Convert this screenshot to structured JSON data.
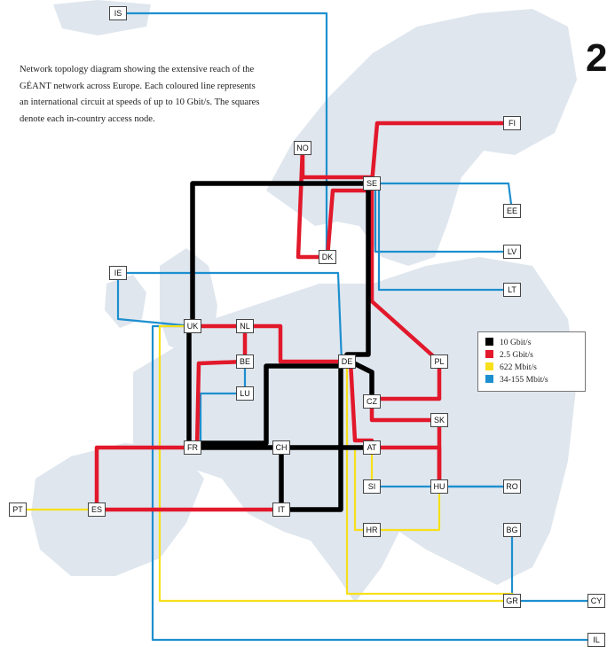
{
  "caption": "Network topology diagram showing the extensive reach of the GÉANT network across Europe. Each coloured line represents an international circuit at speeds of up to 10 Gbit/s. The squares denote each in-country access node.",
  "page_number": "2",
  "colors": {
    "10g": "#000000",
    "2_5g": "#e2182b",
    "622m": "#f7e01a",
    "34_155m": "#1d8fcf",
    "map_land": "#dfe6ee"
  },
  "legend": [
    {
      "key": "10g",
      "label": "10 Gbit/s",
      "color": "#000000"
    },
    {
      "key": "2_5g",
      "label": "2.5 Gbit/s",
      "color": "#e2182b"
    },
    {
      "key": "622m",
      "label": "622 Mbit/s",
      "color": "#f7e01a"
    },
    {
      "key": "34_155m",
      "label": "34-155 Mbit/s",
      "color": "#1d8fcf"
    }
  ],
  "nodes": [
    {
      "id": "IS",
      "label": "IS"
    },
    {
      "id": "FI",
      "label": "FI"
    },
    {
      "id": "NO",
      "label": "NO"
    },
    {
      "id": "SE",
      "label": "SE"
    },
    {
      "id": "EE",
      "label": "EE"
    },
    {
      "id": "DK",
      "label": "DK"
    },
    {
      "id": "LV",
      "label": "LV"
    },
    {
      "id": "IE",
      "label": "IE"
    },
    {
      "id": "LT",
      "label": "LT"
    },
    {
      "id": "UK",
      "label": "UK"
    },
    {
      "id": "NL",
      "label": "NL"
    },
    {
      "id": "BE",
      "label": "BE"
    },
    {
      "id": "DE",
      "label": "DE"
    },
    {
      "id": "PL",
      "label": "PL"
    },
    {
      "id": "LU",
      "label": "LU"
    },
    {
      "id": "CZ",
      "label": "CZ"
    },
    {
      "id": "SK",
      "label": "SK"
    },
    {
      "id": "FR",
      "label": "FR"
    },
    {
      "id": "CH",
      "label": "CH"
    },
    {
      "id": "AT",
      "label": "AT"
    },
    {
      "id": "SI",
      "label": "SI"
    },
    {
      "id": "HU",
      "label": "HU"
    },
    {
      "id": "RO",
      "label": "RO"
    },
    {
      "id": "PT",
      "label": "PT"
    },
    {
      "id": "ES",
      "label": "ES"
    },
    {
      "id": "IT",
      "label": "IT"
    },
    {
      "id": "HR",
      "label": "HR"
    },
    {
      "id": "BG",
      "label": "BG"
    },
    {
      "id": "GR",
      "label": "GR"
    },
    {
      "id": "CY",
      "label": "CY"
    },
    {
      "id": "IL",
      "label": "IL"
    }
  ],
  "links": [
    {
      "from": "IS",
      "to": "DK",
      "speed": "34_155m"
    },
    {
      "from": "IE",
      "to": "UK",
      "speed": "34_155m"
    },
    {
      "from": "IE",
      "to": "DE",
      "speed": "34_155m"
    },
    {
      "from": "UK",
      "to": "IL",
      "speed": "34_155m"
    },
    {
      "from": "SE",
      "to": "EE",
      "speed": "34_155m"
    },
    {
      "from": "SE",
      "to": "LV",
      "speed": "34_155m"
    },
    {
      "from": "SE",
      "to": "LT",
      "speed": "34_155m"
    },
    {
      "from": "SI",
      "to": "HU",
      "speed": "34_155m"
    },
    {
      "from": "HU",
      "to": "RO",
      "speed": "34_155m"
    },
    {
      "from": "BG",
      "to": "GR",
      "speed": "34_155m"
    },
    {
      "from": "GR",
      "to": "CY",
      "speed": "34_155m"
    },
    {
      "from": "LU",
      "to": "FR",
      "speed": "34_155m"
    },
    {
      "from": "BE",
      "to": "LU",
      "speed": "34_155m"
    },
    {
      "from": "PT",
      "to": "ES",
      "speed": "622m"
    },
    {
      "from": "UK",
      "to": "GR",
      "speed": "622m"
    },
    {
      "from": "DE",
      "to": "GR",
      "speed": "622m"
    },
    {
      "from": "AT",
      "to": "HR",
      "speed": "622m"
    },
    {
      "from": "HR",
      "to": "HU",
      "speed": "622m"
    },
    {
      "from": "AT",
      "to": "SI",
      "speed": "622m"
    },
    {
      "from": "SE",
      "to": "FI",
      "speed": "2_5g"
    },
    {
      "from": "NO",
      "to": "SE",
      "speed": "2_5g"
    },
    {
      "from": "NO",
      "to": "DK",
      "speed": "2_5g"
    },
    {
      "from": "DK",
      "to": "SE",
      "speed": "2_5g"
    },
    {
      "from": "SE",
      "to": "PL",
      "speed": "2_5g"
    },
    {
      "from": "PL",
      "to": "CZ",
      "speed": "2_5g"
    },
    {
      "from": "UK",
      "to": "NL",
      "speed": "2_5g"
    },
    {
      "from": "NL",
      "to": "BE",
      "speed": "2_5g"
    },
    {
      "from": "NL",
      "to": "DE",
      "speed": "2_5g"
    },
    {
      "from": "BE",
      "to": "FR",
      "speed": "2_5g"
    },
    {
      "from": "FR",
      "to": "ES",
      "speed": "2_5g"
    },
    {
      "from": "ES",
      "to": "IT",
      "speed": "2_5g"
    },
    {
      "from": "DE",
      "to": "AT",
      "speed": "2_5g"
    },
    {
      "from": "AT",
      "to": "HU",
      "speed": "2_5g"
    },
    {
      "from": "CZ",
      "to": "SK",
      "speed": "2_5g"
    },
    {
      "from": "SK",
      "to": "HU",
      "speed": "2_5g"
    },
    {
      "from": "UK",
      "to": "SE",
      "speed": "10g"
    },
    {
      "from": "UK",
      "to": "FR",
      "speed": "10g"
    },
    {
      "from": "SE",
      "to": "DE",
      "speed": "10g"
    },
    {
      "from": "FR",
      "to": "DE",
      "speed": "10g"
    },
    {
      "from": "FR",
      "to": "CH",
      "speed": "10g"
    },
    {
      "from": "CH",
      "to": "AT",
      "speed": "10g"
    },
    {
      "from": "CH",
      "to": "IT",
      "speed": "10g"
    },
    {
      "from": "IT",
      "to": "DE",
      "speed": "10g"
    },
    {
      "from": "DE",
      "to": "CZ",
      "speed": "10g"
    }
  ]
}
